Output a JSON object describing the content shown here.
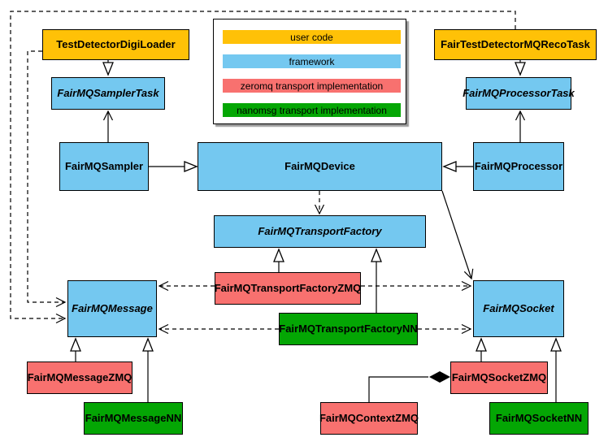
{
  "legend": {
    "items": [
      {
        "label": "user code",
        "color": "#FFC107"
      },
      {
        "label": "framework",
        "color": "#74C8F0"
      },
      {
        "label": "zeromq transport implementation",
        "color": "#F8716F"
      },
      {
        "label": "nanomsg transport implementation",
        "color": "#04A604"
      }
    ]
  },
  "nodes": {
    "test_detector_digi_loader": {
      "label": "TestDetectorDigiLoader",
      "category": "user code",
      "abstract": false
    },
    "fairmq_sampler_task": {
      "label": "FairMQSamplerTask",
      "category": "framework",
      "abstract": true
    },
    "fair_test_detector_mq_reco_task": {
      "label": "FairTestDetectorMQRecoTask",
      "category": "user code",
      "abstract": false
    },
    "fairmq_processor_task": {
      "label": "FairMQProcessorTask",
      "category": "framework",
      "abstract": true
    },
    "fairmq_sampler": {
      "label": "FairMQSampler",
      "category": "framework",
      "abstract": false
    },
    "fairmq_device": {
      "label": "FairMQDevice",
      "category": "framework",
      "abstract": false
    },
    "fairmq_processor": {
      "label": "FairMQProcessor",
      "category": "framework",
      "abstract": false
    },
    "fairmq_transport_factory": {
      "label": "FairMQTransportFactory",
      "category": "framework",
      "abstract": true
    },
    "fairmq_transport_factory_zmq": {
      "label": "FairMQTransportFactoryZMQ",
      "category": "zeromq transport implementation",
      "abstract": false
    },
    "fairmq_transport_factory_nn": {
      "label": "FairMQTransportFactoryNN",
      "category": "nanomsg transport implementation",
      "abstract": false
    },
    "fairmq_message": {
      "label": "FairMQMessage",
      "category": "framework",
      "abstract": true
    },
    "fairmq_socket": {
      "label": "FairMQSocket",
      "category": "framework",
      "abstract": true
    },
    "fairmq_message_zmq": {
      "label": "FairMQMessageZMQ",
      "category": "zeromq transport implementation",
      "abstract": false
    },
    "fairmq_message_nn": {
      "label": "FairMQMessageNN",
      "category": "nanomsg transport implementation",
      "abstract": false
    },
    "fairmq_context_zmq": {
      "label": "FairMQContextZMQ",
      "category": "zeromq transport implementation",
      "abstract": false
    },
    "fairmq_socket_zmq": {
      "label": "FairMQSocketZMQ",
      "category": "zeromq transport implementation",
      "abstract": false
    },
    "fairmq_socket_nn": {
      "label": "FairMQSocketNN",
      "category": "nanomsg transport implementation",
      "abstract": false
    }
  },
  "edges": [
    {
      "from": "TestDetectorDigiLoader",
      "to": "FairMQSamplerTask",
      "type": "inheritance",
      "line": "solid"
    },
    {
      "from": "FairTestDetectorMQRecoTask",
      "to": "FairMQProcessorTask",
      "type": "inheritance",
      "line": "solid"
    },
    {
      "from": "FairMQSampler",
      "to": "FairMQDevice",
      "type": "inheritance",
      "line": "solid"
    },
    {
      "from": "FairMQProcessor",
      "to": "FairMQDevice",
      "type": "inheritance",
      "line": "solid"
    },
    {
      "from": "FairMQSampler",
      "to": "FairMQSamplerTask",
      "type": "association",
      "line": "solid"
    },
    {
      "from": "FairMQProcessor",
      "to": "FairMQProcessorTask",
      "type": "association",
      "line": "solid"
    },
    {
      "from": "FairMQDevice",
      "to": "FairMQSocket",
      "type": "association",
      "line": "solid"
    },
    {
      "from": "FairMQDevice",
      "to": "FairMQTransportFactory",
      "type": "dependency",
      "line": "dashed"
    },
    {
      "from": "FairMQTransportFactoryZMQ",
      "to": "FairMQTransportFactory",
      "type": "inheritance",
      "line": "solid"
    },
    {
      "from": "FairMQTransportFactoryNN",
      "to": "FairMQTransportFactory",
      "type": "inheritance",
      "line": "solid"
    },
    {
      "from": "FairMQTransportFactoryZMQ",
      "to": "FairMQMessage",
      "type": "dependency",
      "line": "dashed"
    },
    {
      "from": "FairMQTransportFactoryNN",
      "to": "FairMQMessage",
      "type": "dependency",
      "line": "dashed"
    },
    {
      "from": "FairMQTransportFactoryZMQ",
      "to": "FairMQSocket",
      "type": "dependency",
      "line": "dashed"
    },
    {
      "from": "FairMQTransportFactoryNN",
      "to": "FairMQSocket",
      "type": "dependency",
      "line": "dashed"
    },
    {
      "from": "FairTestDetectorMQRecoTask",
      "to": "FairMQMessage",
      "type": "dependency",
      "line": "dashed"
    },
    {
      "from": "TestDetectorDigiLoader",
      "to": "FairMQMessage",
      "type": "dependency",
      "line": "dashed"
    },
    {
      "from": "FairMQMessageZMQ",
      "to": "FairMQMessage",
      "type": "inheritance",
      "line": "solid"
    },
    {
      "from": "FairMQMessageNN",
      "to": "FairMQMessage",
      "type": "inheritance",
      "line": "solid"
    },
    {
      "from": "FairMQSocketZMQ",
      "to": "FairMQSocket",
      "type": "inheritance",
      "line": "solid"
    },
    {
      "from": "FairMQSocketNN",
      "to": "FairMQSocket",
      "type": "inheritance",
      "line": "solid"
    },
    {
      "from": "FairMQContextZMQ",
      "to": "FairMQSocketZMQ",
      "type": "composition",
      "line": "solid"
    }
  ],
  "colors": {
    "user_code": "#FFC107",
    "framework": "#74C8F0",
    "zeromq": "#F8716F",
    "nanomsg": "#04A604",
    "edge": "#000000",
    "background": "#FFFFFF"
  }
}
